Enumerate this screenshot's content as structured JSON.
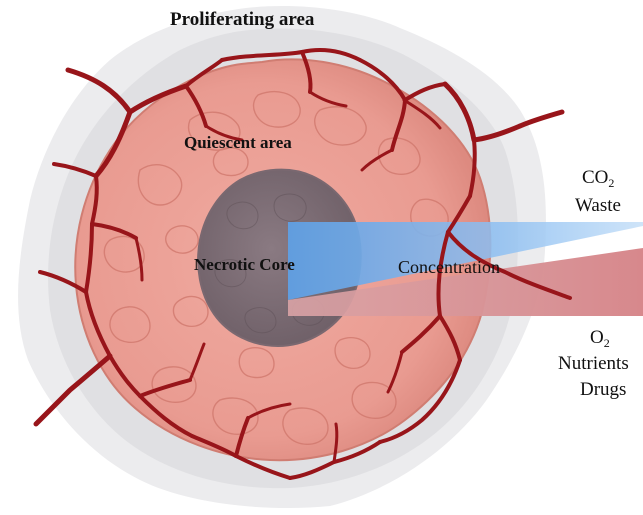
{
  "labels": {
    "proliferating_area": "Proliferating area",
    "quiescent_area": "Quiescent area",
    "necrotic_core": "Necrotic Core",
    "concentration": "Concentration"
  },
  "outgoing": {
    "co2_base": "CO",
    "co2_sub": "2",
    "waste": "Waste"
  },
  "incoming": {
    "o2_base": "O",
    "o2_sub": "2",
    "nutrients": "Nutrients",
    "drugs": "Drugs"
  },
  "colors": {
    "halo": "#e7e7e9",
    "tumor_outer": "#e59a90",
    "tumor_inner": "#ec9f94",
    "cell_lines": "#cf766b",
    "core_outer": "#8f7d83",
    "core_inner": "#7f6f77",
    "vessels": "#98151a",
    "outflow_gradient": "#72aeea",
    "inflow_gradient": "#cf8388"
  }
}
